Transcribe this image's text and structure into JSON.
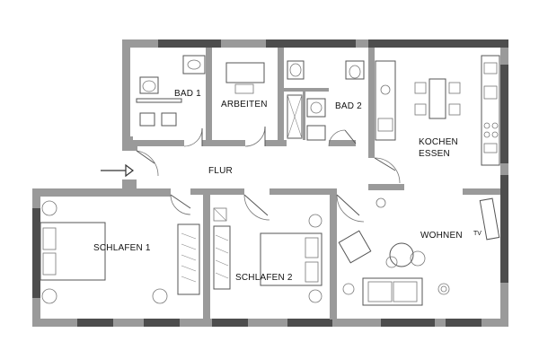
{
  "floorplan": {
    "rooms": [
      {
        "id": "bad1",
        "label": "BAD 1"
      },
      {
        "id": "arbeiten",
        "label": "ARBEITEN"
      },
      {
        "id": "bad2",
        "label": "BAD 2"
      },
      {
        "id": "kochen",
        "label": "KOCHEN\nESSEN",
        "lines": [
          "KOCHEN",
          "ESSEN"
        ]
      },
      {
        "id": "flur",
        "label": "FLUR"
      },
      {
        "id": "schlafen1",
        "label": "SCHLAFEN 1"
      },
      {
        "id": "schlafen2",
        "label": "SCHLAFEN 2"
      },
      {
        "id": "wohnen",
        "label": "WOHNEN"
      }
    ],
    "tv_label": "TV",
    "entrance_icon": "arrow-right-icon",
    "colors": {
      "wall": "#9a9a9a",
      "window": "#4d4d4d",
      "furniture_stroke": "#555555"
    }
  }
}
